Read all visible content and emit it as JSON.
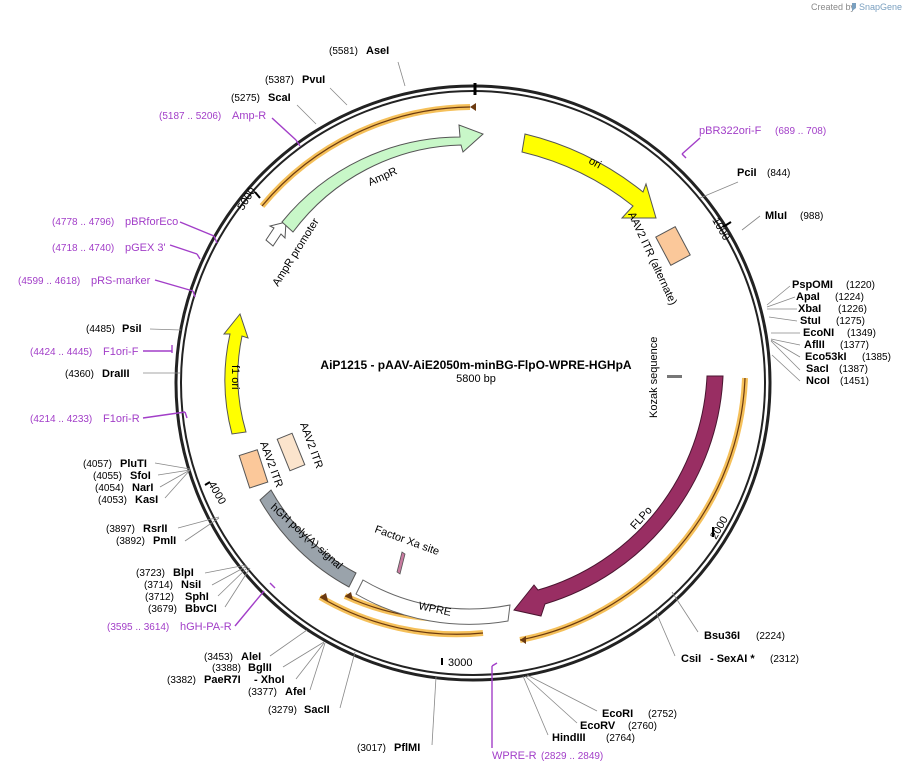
{
  "credit": {
    "prefix": "Created by",
    "brand": "SnapGene"
  },
  "plasmid": {
    "name": "AiP1215 - pAAV-AiE2050m-minBG-FlpO-WPRE-HGHpA",
    "size": "5800 bp"
  },
  "ticks": [
    "1000",
    "2000",
    "3000",
    "4000",
    "5000"
  ],
  "features": {
    "ori": "ori",
    "aav2_itr_alt": "AAV2 ITR (alternate)",
    "kozak": "Kozak sequence",
    "flpo": "FLPo",
    "factor_xa": "Factor Xa site",
    "wpre": "WPRE",
    "hgh": "hGH poly(A) signal",
    "aav2_itr_1": "AAV2 ITR",
    "aav2_itr_2": "AAV2 ITR",
    "f1_ori": "f1 ori",
    "ampr_promoter": "AmpR promoter",
    "ampr": "AmpR"
  },
  "sites": [
    {
      "name": "AseI",
      "pos": "(5581)"
    },
    {
      "name": "PvuI",
      "pos": "(5387)"
    },
    {
      "name": "ScaI",
      "pos": "(5275)"
    },
    {
      "name": "PciI",
      "pos": "(844)"
    },
    {
      "name": "MluI",
      "pos": "(988)"
    },
    {
      "name": "PspOMI",
      "pos": "(1220)"
    },
    {
      "name": "ApaI",
      "pos": "(1224)"
    },
    {
      "name": "XbaI",
      "pos": "(1226)"
    },
    {
      "name": "StuI",
      "pos": "(1275)"
    },
    {
      "name": "EcoNI",
      "pos": "(1349)"
    },
    {
      "name": "AflII",
      "pos": "(1377)"
    },
    {
      "name": "Eco53kI",
      "pos": "(1385)"
    },
    {
      "name": "SacI",
      "pos": "(1387)"
    },
    {
      "name": "NcoI",
      "pos": "(1451)"
    },
    {
      "name": "Bsu36I",
      "pos": "(2224)"
    },
    {
      "name": "CsiI",
      "pos": "(2312)",
      "extra": "- SexAI *"
    },
    {
      "name": "EcoRI",
      "pos": "(2752)"
    },
    {
      "name": "EcoRV",
      "pos": "(2760)"
    },
    {
      "name": "HindIII",
      "pos": "(2764)"
    },
    {
      "name": "PflMI",
      "pos": "(3017)"
    },
    {
      "name": "SacII",
      "pos": "(3279)"
    },
    {
      "name": "AfeI",
      "pos": "(3377)"
    },
    {
      "name": "PaeR7I",
      "pos": "(3382)",
      "extra": "- XhoI"
    },
    {
      "name": "BglII",
      "pos": "(3388)"
    },
    {
      "name": "AleI",
      "pos": "(3453)"
    },
    {
      "name": "BbvCI",
      "pos": "(3679)"
    },
    {
      "name": "SphI",
      "pos": "(3712)"
    },
    {
      "name": "NsiI",
      "pos": "(3714)"
    },
    {
      "name": "BlpI",
      "pos": "(3723)"
    },
    {
      "name": "PmlI",
      "pos": "(3892)"
    },
    {
      "name": "RsrII",
      "pos": "(3897)"
    },
    {
      "name": "KasI",
      "pos": "(4053)"
    },
    {
      "name": "NarI",
      "pos": "(4054)"
    },
    {
      "name": "SfoI",
      "pos": "(4055)"
    },
    {
      "name": "PluTI",
      "pos": "(4057)"
    },
    {
      "name": "DraIII",
      "pos": "(4360)"
    },
    {
      "name": "PsiI",
      "pos": "(4485)"
    }
  ],
  "primers": [
    {
      "name": "Amp-R",
      "pos": "(5187 .. 5206)"
    },
    {
      "name": "pBR322ori-F",
      "pos": "(689 .. 708)"
    },
    {
      "name": "pBRforEco",
      "pos": "(4778 .. 4796)"
    },
    {
      "name": "pGEX 3'",
      "pos": "(4718 .. 4740)"
    },
    {
      "name": "pRS-marker",
      "pos": "(4599 .. 4618)"
    },
    {
      "name": "F1ori-F",
      "pos": "(4424 .. 4445)"
    },
    {
      "name": "F1ori-R",
      "pos": "(4214 .. 4233)"
    },
    {
      "name": "hGH-PA-R",
      "pos": "(3595 .. 3614)"
    },
    {
      "name": "WPRE-R",
      "pos": "(2829 .. 2849)"
    }
  ],
  "colors": {
    "ori": "#ffff00",
    "itr": "#fbc89a",
    "flpo": "#992e63",
    "ampr": "#c8f7c8",
    "hgh": "#9aa3ab",
    "primer": "#a23ec8",
    "orf_outline": "#f5c05a"
  }
}
